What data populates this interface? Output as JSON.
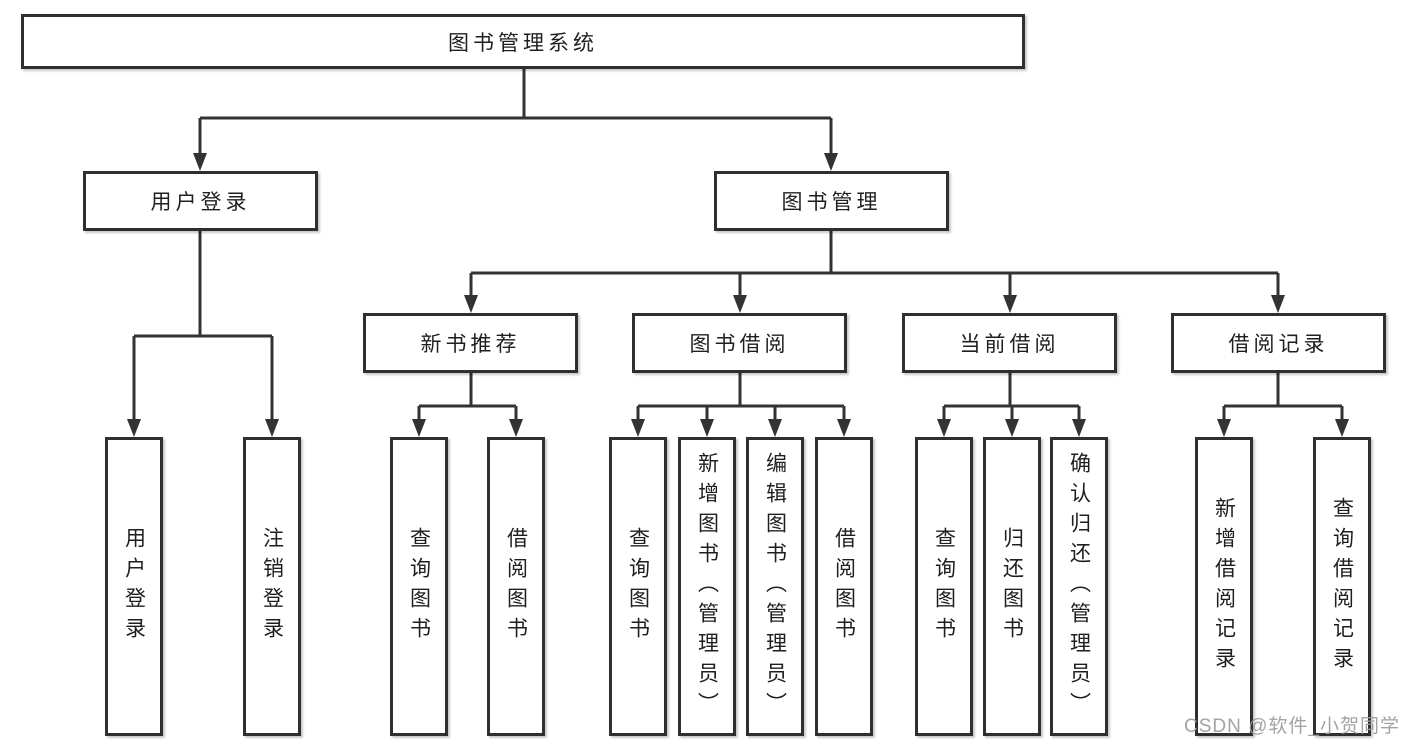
{
  "tree": {
    "root": {
      "label": "图书管理系统"
    },
    "branches": [
      {
        "label": "用户登录",
        "children": [
          {
            "label": "用户登录"
          },
          {
            "label": "注销登录"
          }
        ]
      },
      {
        "label": "图书管理",
        "children": [
          {
            "label": "新书推荐",
            "children": [
              {
                "label": "查询图书"
              },
              {
                "label": "借阅图书"
              }
            ]
          },
          {
            "label": "图书借阅",
            "children": [
              {
                "label": "查询图书"
              },
              {
                "label": "新增图书（管理员）"
              },
              {
                "label": "编辑图书（管理员）"
              },
              {
                "label": "借阅图书"
              }
            ]
          },
          {
            "label": "当前借阅",
            "children": [
              {
                "label": "查询图书"
              },
              {
                "label": "归还图书"
              },
              {
                "label": "确认归还（管理员）"
              }
            ]
          },
          {
            "label": "借阅记录",
            "children": [
              {
                "label": "新增借阅记录"
              },
              {
                "label": "查询借阅记录"
              }
            ]
          }
        ]
      }
    ]
  },
  "watermark": {
    "text": "CSDN @软件_小贺同学"
  },
  "colors": {
    "background": "#ffffff",
    "box_fill": "#ffffff",
    "box_border": "#2f2f2f",
    "line": "#333333",
    "text": "#1f1f1f",
    "watermark": "#9e9e9e"
  }
}
